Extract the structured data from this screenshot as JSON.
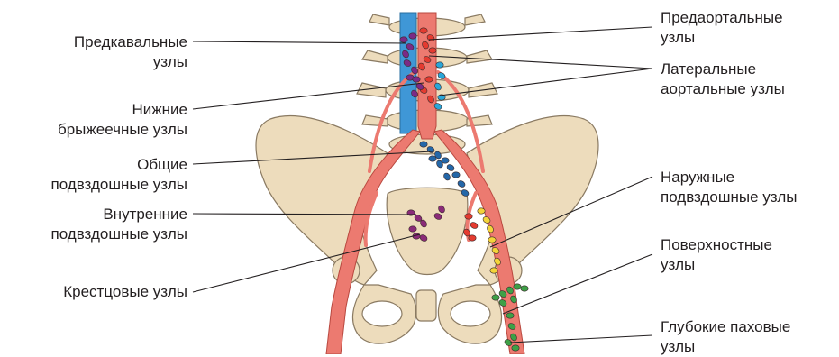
{
  "labels_left": [
    {
      "lines": [
        "Предкавальные",
        "узлы"
      ]
    },
    {
      "lines": [
        "Нижние",
        "брыжеечные узлы"
      ]
    },
    {
      "lines": [
        "Общие",
        "подвздошные узлы"
      ]
    },
    {
      "lines": [
        "Внутренние",
        "подвздошные узлы"
      ]
    },
    {
      "lines": [
        "Крестцовые узлы"
      ]
    }
  ],
  "labels_right": [
    {
      "lines": [
        "Предаортальные",
        "узлы"
      ]
    },
    {
      "lines": [
        "Латеральные",
        "аортальные узлы"
      ]
    },
    {
      "lines": [
        "Наружные",
        "подвздошные узлы"
      ]
    },
    {
      "lines": [
        "Поверхностные",
        "узлы"
      ]
    },
    {
      "lines": [
        "Глубокие паховые",
        "узлы"
      ]
    }
  ],
  "colors": {
    "bone": "#eddcbc",
    "bone_outline": "#8a7a62",
    "aorta": "#ec7a70",
    "vena_cava": "#3f97d6",
    "node_precaval": "#7b2a86",
    "node_preaortic": "#e43b30",
    "node_lateral": "#2aa6d8",
    "node_common_iliac": "#2467a8",
    "node_sacral": "#8a2b78",
    "node_external": "#f3d43a",
    "node_superficial": "#3ea047",
    "leader": "#231f20"
  }
}
